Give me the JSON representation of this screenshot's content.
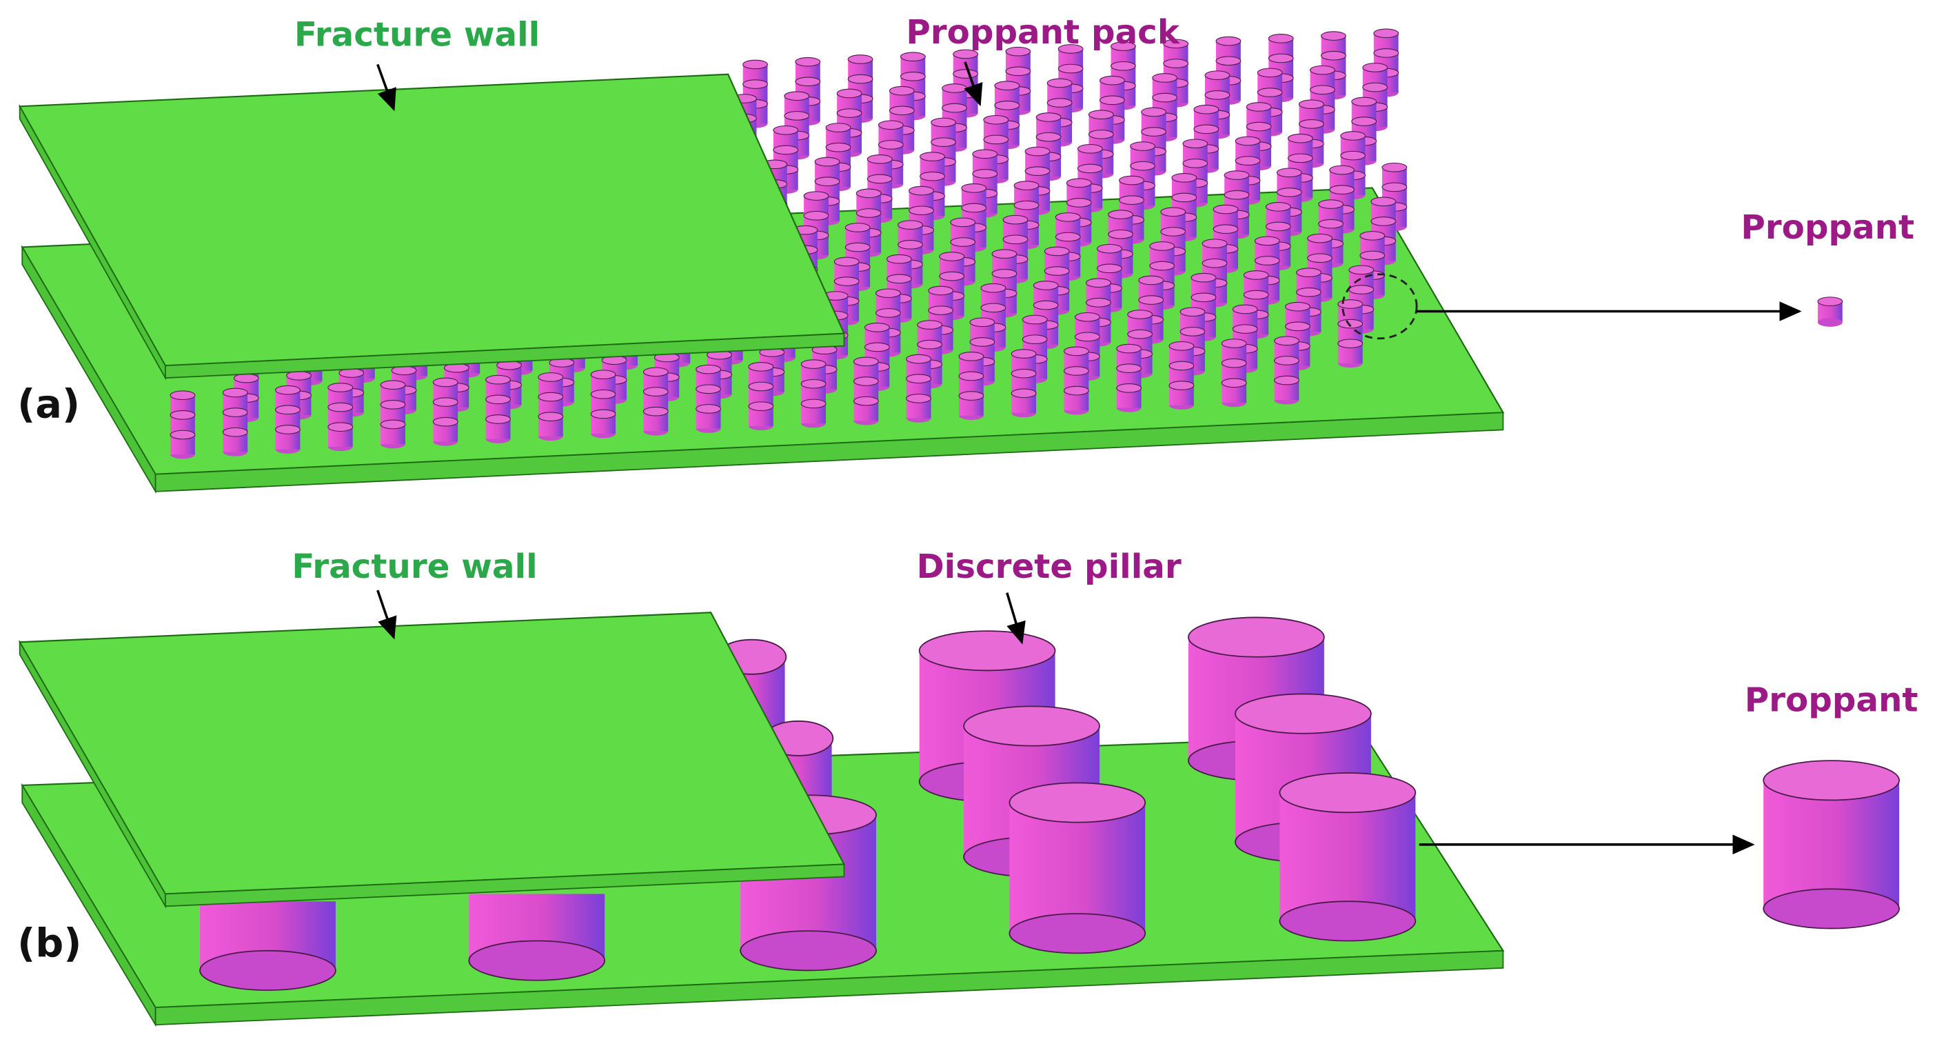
{
  "panels": [
    {
      "id": "a",
      "tag": "(a)",
      "wall_label": "Fracture wall",
      "pack_label": "Proppant pack",
      "side_label": "Proppant"
    },
    {
      "id": "b",
      "tag": "(b)",
      "wall_label": "Fracture wall",
      "pack_label": "Discrete pillar",
      "side_label": "Proppant"
    }
  ],
  "colors": {
    "wall": "#5fdc46",
    "wall_edge": "#1e6a14",
    "proppant": "#e04fcc",
    "proppant_dark": "#7a3fd8",
    "proppant_top": "#e86ad6",
    "wall_label": "#2aa84a",
    "proppant_label": "#9c1a86",
    "tag": "#111111"
  }
}
